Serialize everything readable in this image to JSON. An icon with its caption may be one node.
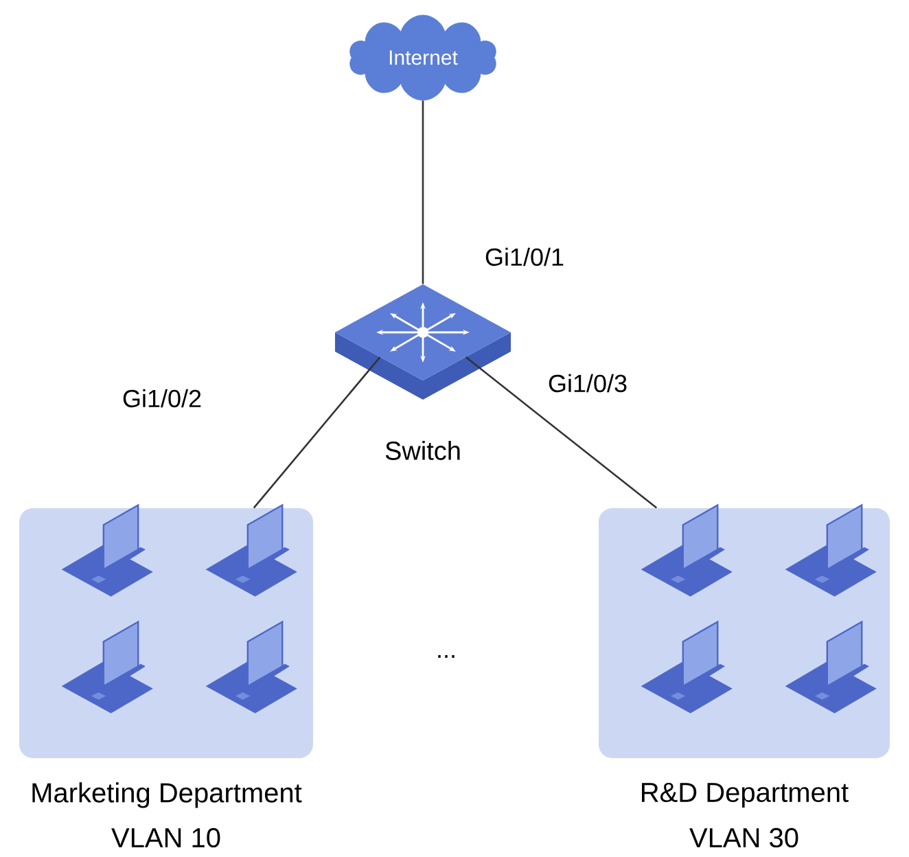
{
  "diagram": {
    "nodes": [
      {
        "text": [
          "Internet"
        ]
      },
      {
        "text": [],
        "shape": "box",
        "beside": [
          "Switch"
        ]
      },
      {
        "text": [
          "Marketing Department",
          "VLAN 10"
        ]
      },
      {
        "text": [
          "R&D Department",
          "VLAN 30"
        ]
      }
    ],
    "edges": [
      {
        "from": 0,
        "to": 1,
        "arrow": "none"
      },
      {
        "from": 1,
        "to": 2,
        "arrow": "none"
      },
      {
        "from": 1,
        "to": 3,
        "arrow": "none"
      }
    ],
    "labels": [
      "Gi1/0/1",
      "Gi1/0/2",
      "Gi1/0/3",
      "..."
    ]
  }
}
